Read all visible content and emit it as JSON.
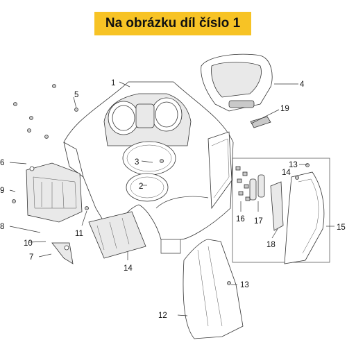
{
  "title": "Na obrázku díl číslo 1",
  "callouts": {
    "c1": "1",
    "c2": "2",
    "c3": "3",
    "c4": "4",
    "c5": "5",
    "c6": "6",
    "c7": "7",
    "c8": "8",
    "c9": "9",
    "c10": "10",
    "c11": "11",
    "c12": "12",
    "c13a": "13",
    "c13b": "13",
    "c14a": "14",
    "c14b": "14",
    "c15": "15",
    "c16": "16",
    "c17": "17",
    "c18": "18",
    "c19": "19"
  },
  "colors": {
    "banner": "#f7c325"
  }
}
